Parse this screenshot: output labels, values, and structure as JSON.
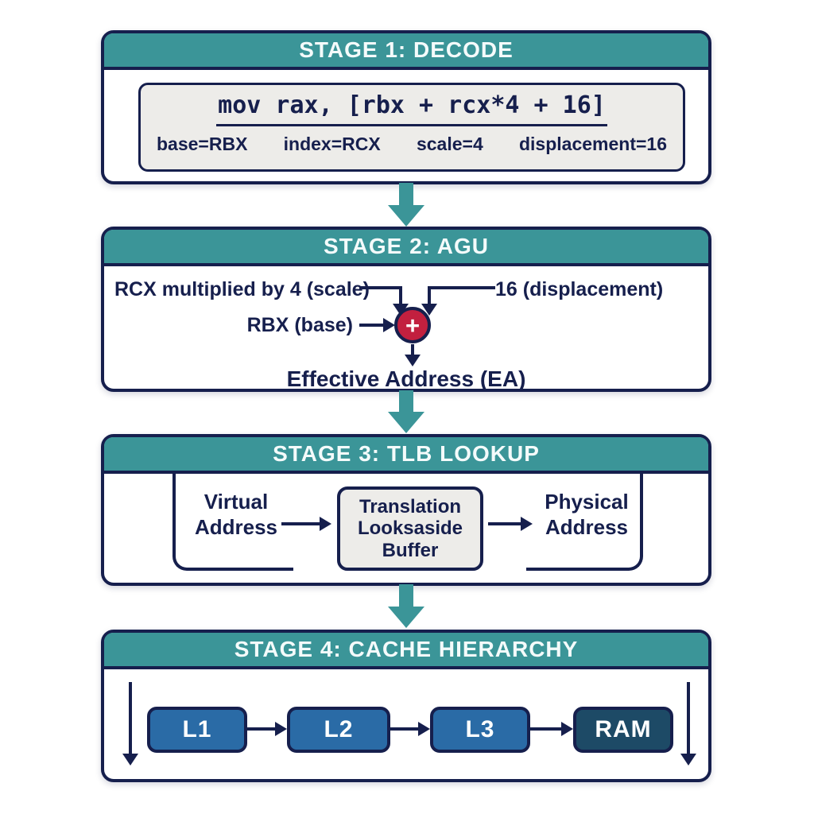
{
  "colors": {
    "header_teal": "#3b9598",
    "outline_navy": "#161f4d",
    "adder_red": "#c2203f",
    "cache_blue": "#2a6ba6",
    "ram_dark_blue": "#1d4a66",
    "inset_gray": "#edece9"
  },
  "stage1": {
    "title": "STAGE 1: DECODE",
    "code": "mov rax, [rbx + rcx*4 + 16]",
    "operands": [
      "base=RBX",
      "index=RCX",
      "scale=4",
      "displacement=16"
    ]
  },
  "stage2": {
    "title": "STAGE 2: AGU",
    "scale_input": "RCX multiplied by 4 (scale)",
    "displacement_input": "16 (displacement)",
    "base_input": "RBX (base)",
    "adder_symbol": "+",
    "output": "Effective Address (EA)"
  },
  "stage3": {
    "title": "STAGE 3: TLB LOOKUP",
    "input": "Virtual Address",
    "tlb": "Translation Looksaside Buffer",
    "output": "Physical Address"
  },
  "stage4": {
    "title": "STAGE 4: CACHE HIERARCHY",
    "levels": [
      "L1",
      "L2",
      "L3",
      "RAM"
    ]
  }
}
